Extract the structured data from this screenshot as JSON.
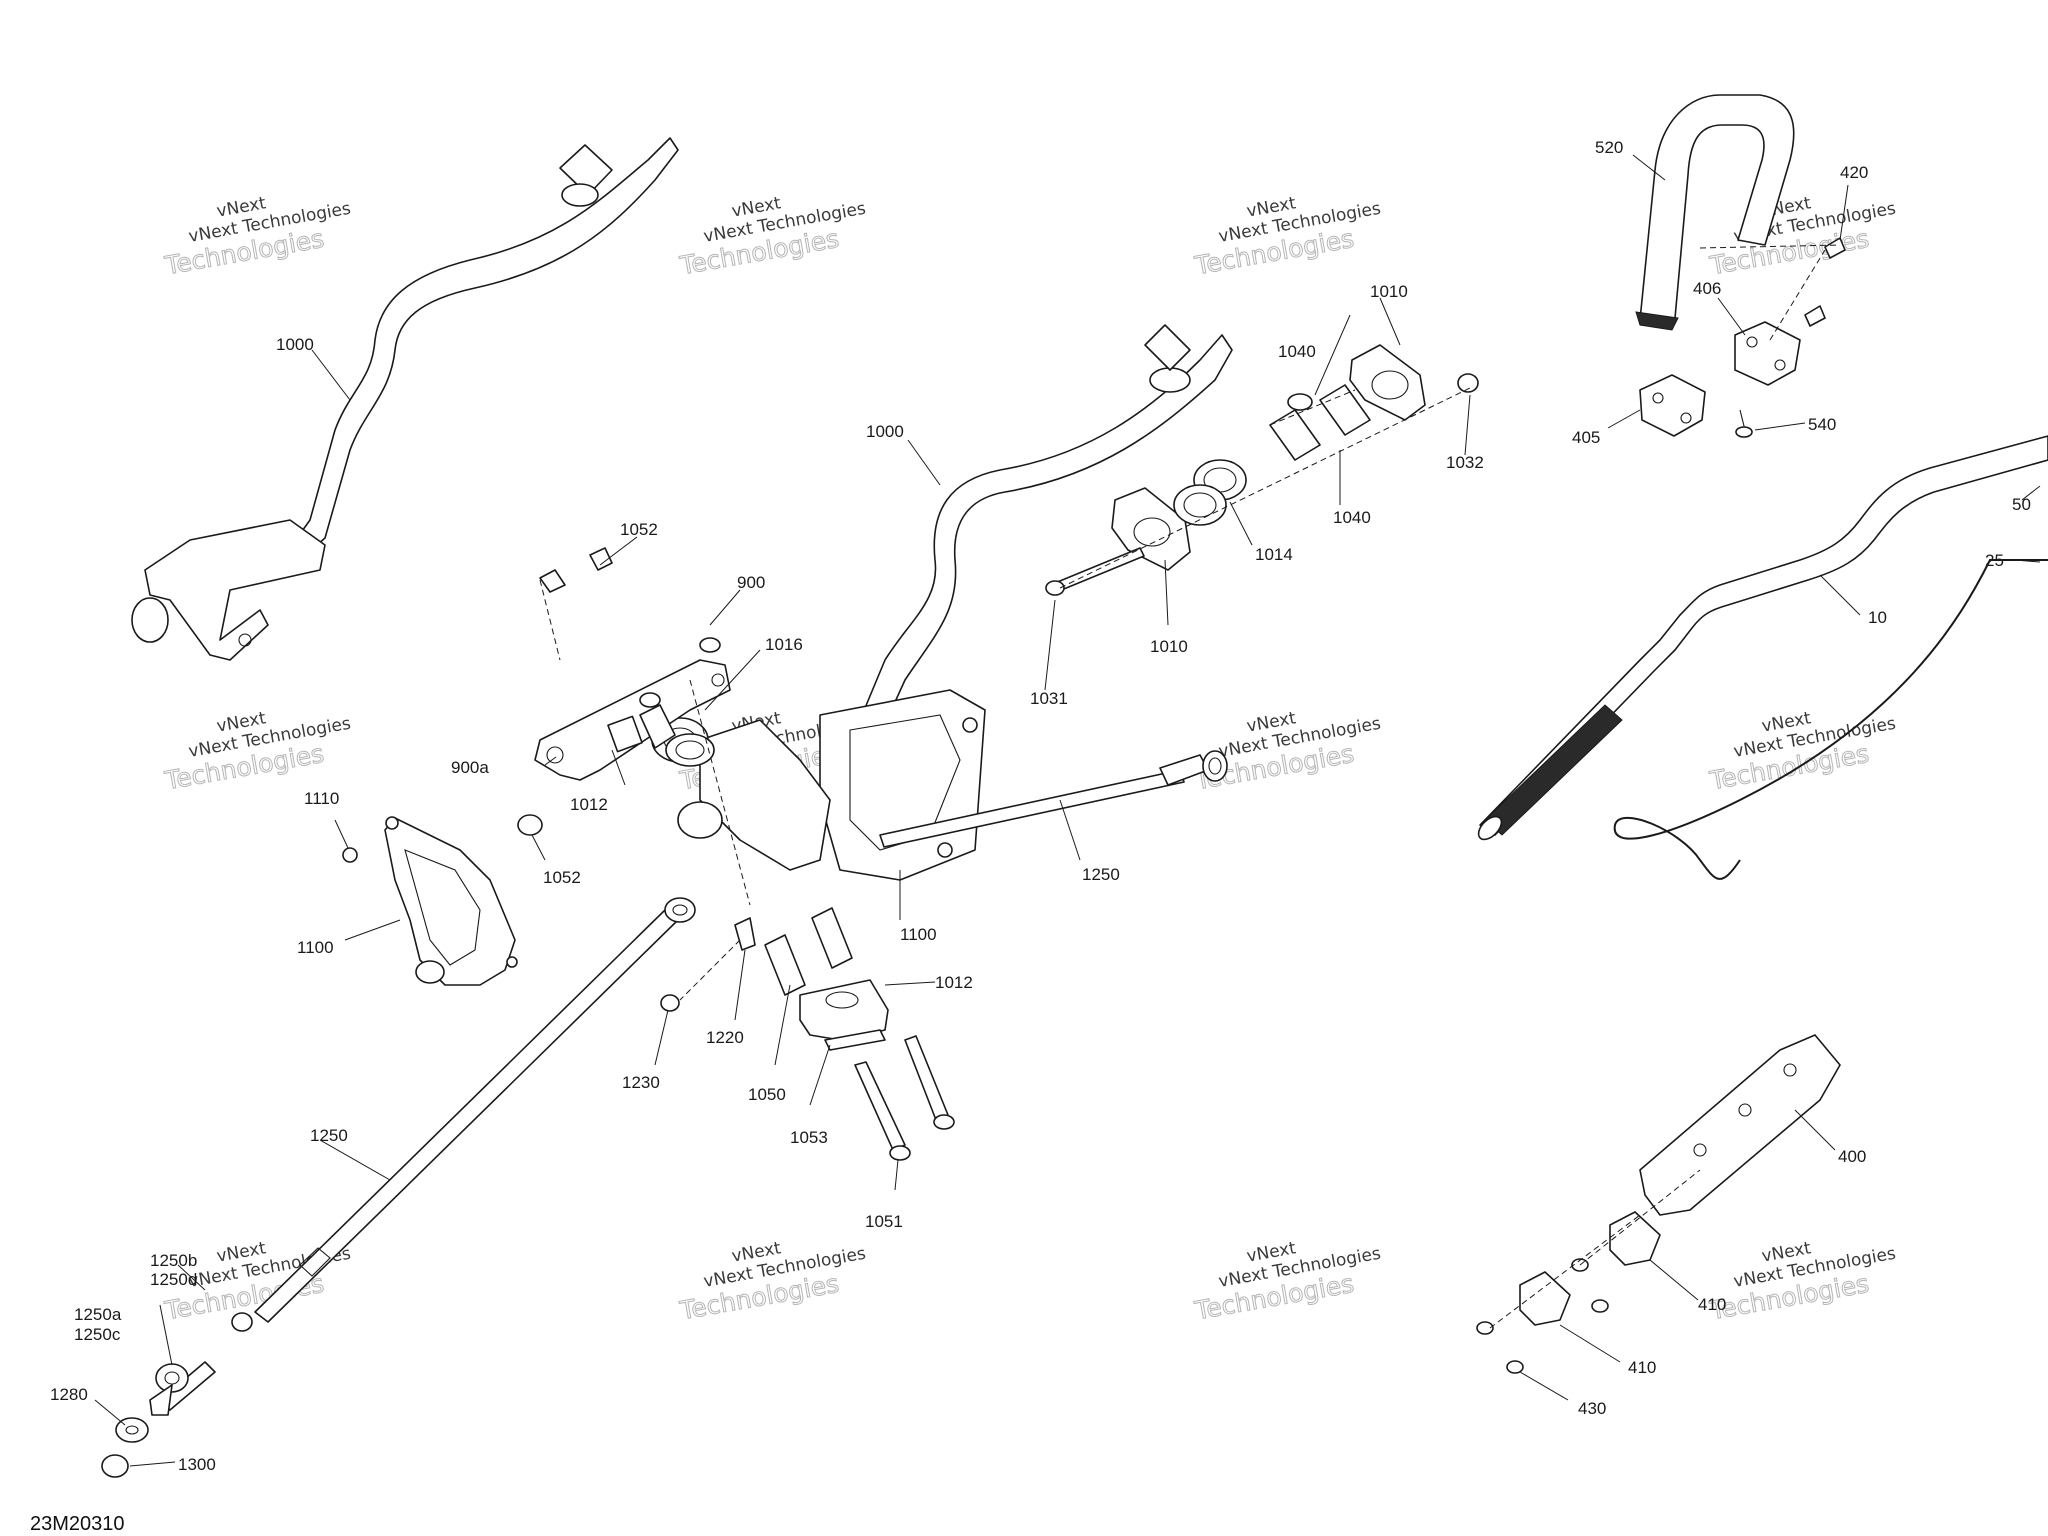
{
  "figure_code": "23M20310",
  "watermark": {
    "line1": "vNext",
    "line2": "vNext Technologies",
    "line3": "Technologies"
  },
  "callouts": {
    "c1000a": "1000",
    "c1000b": "1000",
    "c1052a": "1052",
    "c1052b": "1052",
    "c900": "900",
    "c900a": "900a",
    "c1016": "1016",
    "c1012a": "1012",
    "c1012b": "1012",
    "c1110": "1110",
    "c1100a": "1100",
    "c1100b": "1100",
    "c1250a": "1250",
    "c1250b": "1250",
    "c1250b_d_1": "1250b",
    "c1250b_d_2": "1250d",
    "c1250a_c_1": "1250a",
    "c1250a_c_2": "1250c",
    "c1280": "1280",
    "c1300": "1300",
    "c1230": "1230",
    "c1220": "1220",
    "c1050": "1050",
    "c1053": "1053",
    "c1051": "1051",
    "c1010a": "1010",
    "c1010b": "1010",
    "c1040a": "1040",
    "c1040b": "1040",
    "c1032": "1032",
    "c1014": "1014",
    "c1031": "1031",
    "c520": "520",
    "c420": "420",
    "c406": "406",
    "c405": "405",
    "c540": "540",
    "c50": "50",
    "c25": "25",
    "c10": "10",
    "c400": "400",
    "c410a": "410",
    "c410b": "410",
    "c430": "430"
  }
}
